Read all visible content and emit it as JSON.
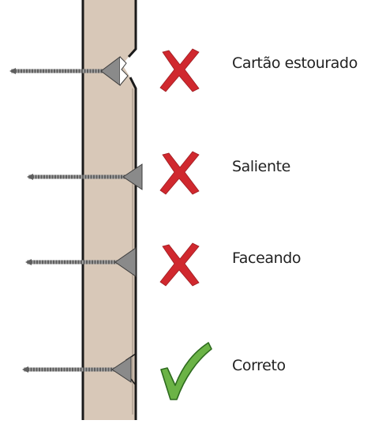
{
  "colors": {
    "board": "#D8C8B8",
    "edge": "#1A1A1A",
    "screw_head": "#8A8A8A",
    "screw_shaft": "#6F6F6F",
    "wrong_mark": "#D0282E",
    "correct_mark": "#6BB346",
    "correct_outline": "#2E6B1F"
  },
  "rows": [
    {
      "label": "Cartão estourado",
      "verdict": "wrong",
      "icon": "cross-icon"
    },
    {
      "label": "Saliente",
      "verdict": "wrong",
      "icon": "cross-icon"
    },
    {
      "label": "Faceando",
      "verdict": "wrong",
      "icon": "cross-icon"
    },
    {
      "label": "Correto",
      "verdict": "correct",
      "icon": "check-icon"
    }
  ]
}
